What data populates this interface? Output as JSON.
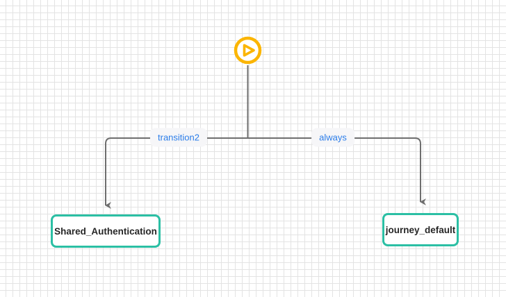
{
  "diagram": {
    "start_node": {
      "icon": "play-icon"
    },
    "edges": [
      {
        "label": "transition2",
        "from": "start",
        "to": "Shared_Authentication"
      },
      {
        "label": "always",
        "from": "start",
        "to": "journey_default"
      }
    ],
    "nodes": [
      {
        "label": "Shared_Authentication"
      },
      {
        "label": "journey_default"
      }
    ]
  },
  "colors": {
    "start_icon": "#FBB500",
    "node_border": "#2BBFA4",
    "node_text": "#262626",
    "edge_label_text": "#2B7DE9",
    "edge_label_background": "#F6F6F8",
    "connector": "#6E6E6E",
    "grid_line": "#E3E3E3",
    "canvas_background": "#FFFFFF"
  }
}
